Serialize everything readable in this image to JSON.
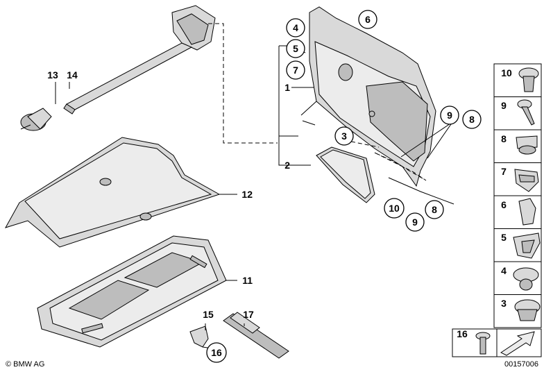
{
  "callouts": {
    "c1": "1",
    "c2": "2",
    "c3": "3",
    "c4": "4",
    "c5": "5",
    "c6": "6",
    "c7": "7",
    "c8a": "8",
    "c8b": "8",
    "c9a": "9",
    "c9b": "9",
    "c10": "10",
    "c11": "11",
    "c12": "12",
    "c13": "13",
    "c14": "14",
    "c15": "15",
    "c16": "16",
    "c17": "17"
  },
  "parts_panel": [
    "10",
    "9",
    "8",
    "7",
    "6",
    "5",
    "4",
    "3"
  ],
  "bottom_box": {
    "label": "16"
  },
  "footer": {
    "copyright": "© BMW AG",
    "image_number": "00157006"
  }
}
